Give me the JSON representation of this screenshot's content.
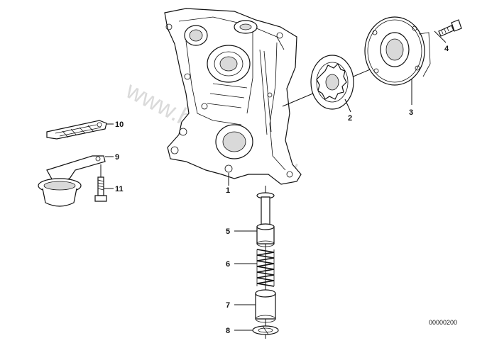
{
  "labels": {
    "p1": "1",
    "p2": "2",
    "p3": "3",
    "p4": "4",
    "p5": "5",
    "p6": "6",
    "p7": "7",
    "p8": "8",
    "p9": "9",
    "p10": "10",
    "p11": "11"
  },
  "reference_number": "00000200",
  "watermark": "www.bmwstore.pl"
}
